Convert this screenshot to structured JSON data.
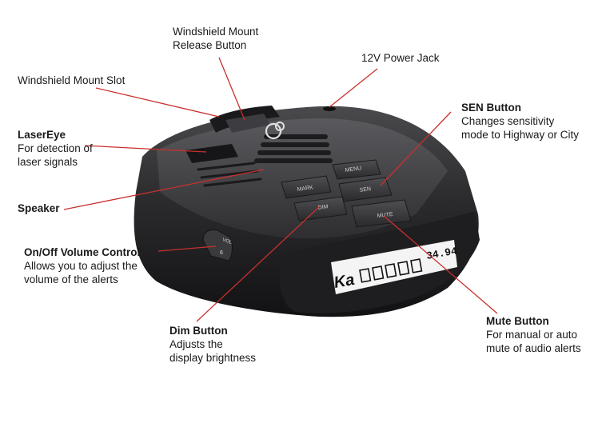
{
  "colors": {
    "leader": "#c9302c",
    "device_body": "#2a2a2c",
    "display_bg": "#ffffff"
  },
  "labels": {
    "release_button": {
      "lines": [
        "Windshield Mount",
        "Release Button"
      ]
    },
    "power_jack": {
      "text": "12V Power Jack"
    },
    "mount_slot": {
      "text": "Windshield Mount Slot"
    },
    "laser_eye": {
      "title": "LaserEye",
      "desc": [
        "For detection of",
        "laser signals"
      ]
    },
    "speaker": {
      "title": "Speaker"
    },
    "volume": {
      "title": "On/Off Volume Control",
      "desc": [
        "Allows you to adjust the",
        "volume of the alerts"
      ]
    },
    "dim": {
      "title": "Dim Button",
      "desc": [
        "Adjusts the",
        "display brightness"
      ]
    },
    "sen": {
      "title": "SEN Button",
      "desc": [
        "Changes sensitivity",
        "mode to Highway or City"
      ]
    },
    "mute": {
      "title": "Mute Button",
      "desc": [
        "For manual or auto",
        "mute of audio alerts"
      ]
    }
  },
  "device": {
    "buttons": {
      "mark": "MARK",
      "menu": "MENU",
      "sen": "SEN",
      "dim": "DIM",
      "mute": "MUTE"
    },
    "knob_label": "VOL",
    "knob_number": "6",
    "display_band": "Ka",
    "display_freq": "34.94"
  }
}
